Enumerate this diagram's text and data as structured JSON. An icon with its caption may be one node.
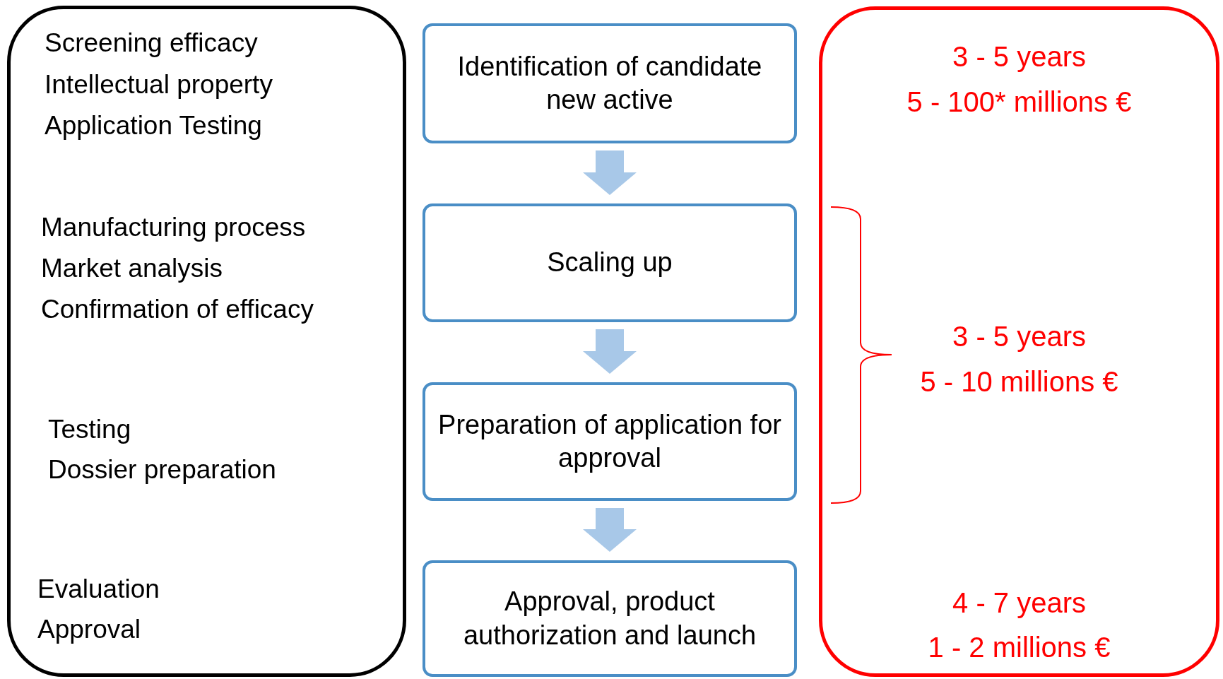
{
  "diagram": {
    "nodes": [
      {
        "text": [
          "Screening efficacy",
          "Intellectual property",
          "Application Testing",
          "Manufacturing process",
          "Market analysis",
          "Confirmation of efficacy",
          "Testing",
          "Dossier preparation",
          "Evaluation",
          "Approval"
        ]
      },
      {
        "text": [
          "Identification of candidate new active"
        ]
      },
      {
        "text": [
          "Scaling up"
        ]
      },
      {
        "text": [
          "Preparation of application for approval"
        ]
      },
      {
        "text": [
          "Approval, product authorization and launch"
        ]
      },
      {
        "text": [
          "3 - 5 years",
          "5 - 100* millions €",
          "3 - 5 years",
          "5 - 10 millions €",
          "4 - 7 years",
          "1 - 2 millions €"
        ]
      }
    ],
    "edges": [
      {
        "from": 1,
        "to": 2,
        "arrow": "to"
      },
      {
        "from": 2,
        "to": 3,
        "arrow": "to"
      },
      {
        "from": 3,
        "to": 4,
        "arrow": "to"
      }
    ]
  }
}
